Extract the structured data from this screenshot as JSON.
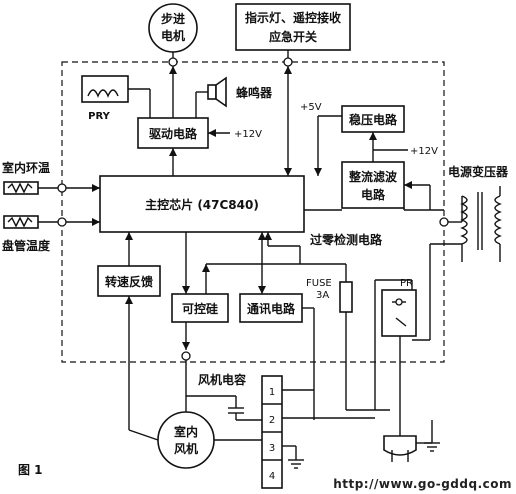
{
  "labels": {
    "stepper_motor": [
      "步进",
      "电机"
    ],
    "indicator": [
      "指示灯、遥控接收",
      "应急开关"
    ],
    "pry": "PRY",
    "buzzer": "蜂鸣器",
    "driver": "驱动电路",
    "plus12_a": "+12V",
    "plus5": "+5V",
    "regulator": "稳压电路",
    "plus12_b": "+12V",
    "rectifier": [
      "整流滤波",
      "电路"
    ],
    "transformer": "电源变压器",
    "room_temp": "室内环温",
    "pipe_temp": "盘管温度",
    "main_chip": "主控芯片 (47C840)",
    "zero_cross": "过零检测电路",
    "speed_feedback": "转速反馈",
    "thyristor": "可控硅",
    "comm": "通讯电路",
    "fuse": [
      "FUSE",
      "3A"
    ],
    "pr": "PR",
    "fan_cap": "风机电容",
    "indoor_fan": [
      "室内",
      "风机"
    ],
    "terminals": [
      "1",
      "2",
      "3",
      "4"
    ],
    "figure": "图 1",
    "url": "http://www.go-gddq.com"
  }
}
